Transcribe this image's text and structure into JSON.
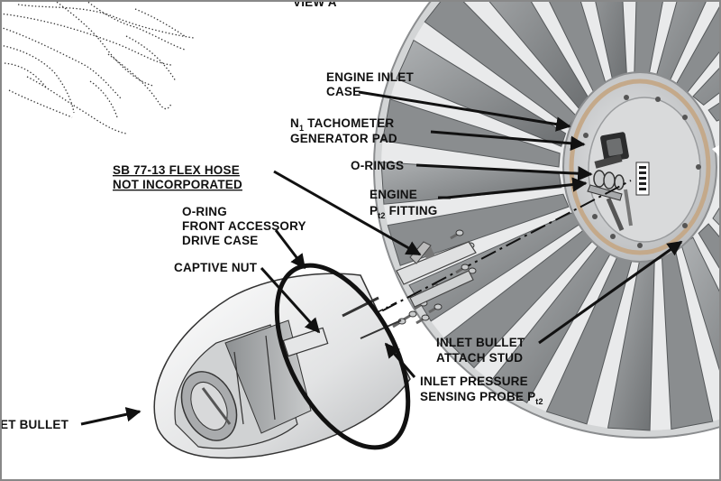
{
  "view_title": "VIEW A",
  "labels": {
    "engine_inlet_case": [
      "ENGINE INLET",
      "CASE"
    ],
    "n1_tach": {
      "prefix": "N",
      "sub": "1",
      "suffix": " TACHOMETER",
      "line2": "GENERATOR PAD"
    },
    "o_rings": "O-RINGS",
    "engine_pt2": {
      "line1": "ENGINE",
      "p": "P",
      "sub": "t2",
      "suffix": " FITTING"
    },
    "sb_note": [
      "SB 77-13 FLEX HOSE",
      "NOT INCORPORATED"
    ],
    "o_ring_front": [
      "O-RING",
      "FRONT ACCESSORY",
      "DRIVE CASE"
    ],
    "captive_nut": "CAPTIVE NUT",
    "inlet_bullet_stud": [
      "INLET BULLET",
      "ATTACH STUD"
    ],
    "inlet_pressure_probe": {
      "line1": "INLET PRESSURE",
      "line2": "SENSING PROBE P",
      "sub": "t2"
    },
    "inlet_bullet": "ET BULLET"
  },
  "icons": [
    "fan-blades",
    "inlet-case-ring",
    "tachometer-generator",
    "o-rings",
    "inlet-bullet-cone",
    "bolt-hardware",
    "leader-arrow"
  ],
  "colors": {
    "background": "#ffffff",
    "metal_dark": "#5f6264",
    "metal_mid": "#8f9294",
    "metal_light": "#d4d6d7",
    "ink": "#111111",
    "frame": "#777777"
  }
}
